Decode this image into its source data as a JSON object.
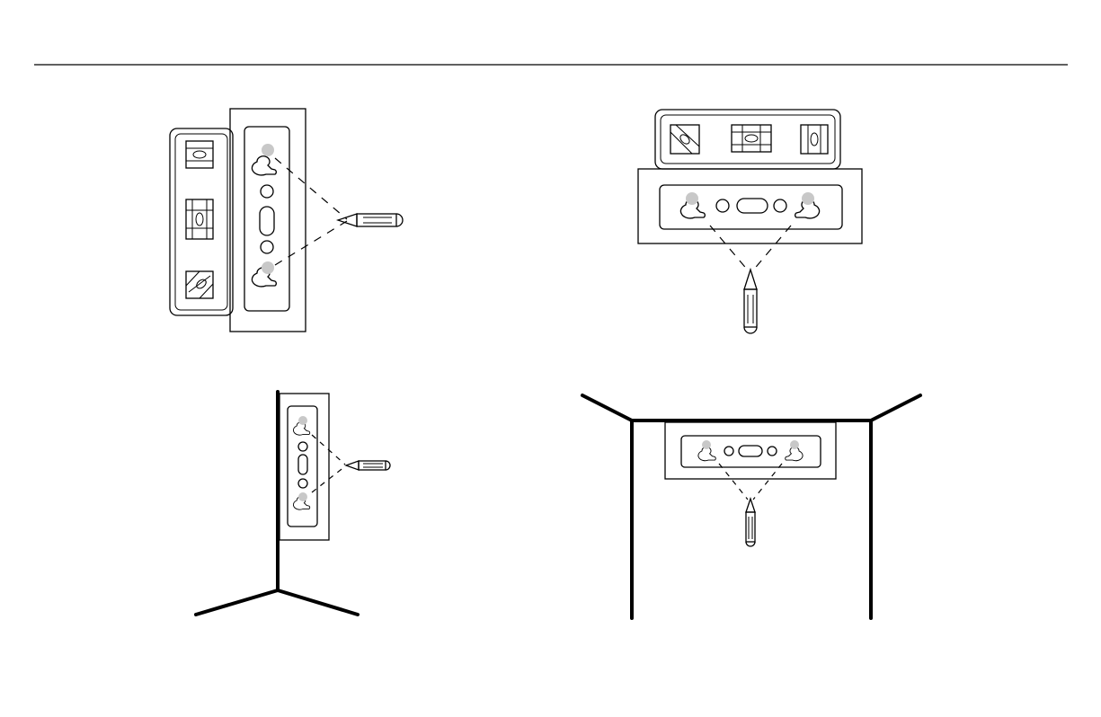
{
  "figure": {
    "rule_color": "#000000",
    "screw_color": "#c8c8c8",
    "panels": [
      {
        "id": "vertical-level-marking",
        "orientation": "vertical"
      },
      {
        "id": "horizontal-level-marking",
        "orientation": "horizontal"
      },
      {
        "id": "vertical-wall-corner-mounting",
        "orientation": "vertical"
      },
      {
        "id": "horizontal-ceiling-corner-mounting",
        "orientation": "horizontal"
      }
    ],
    "icons": [
      "spirit-level",
      "mounting-bracket",
      "keyhole-slot",
      "screw",
      "pencil",
      "wall-corner"
    ]
  }
}
